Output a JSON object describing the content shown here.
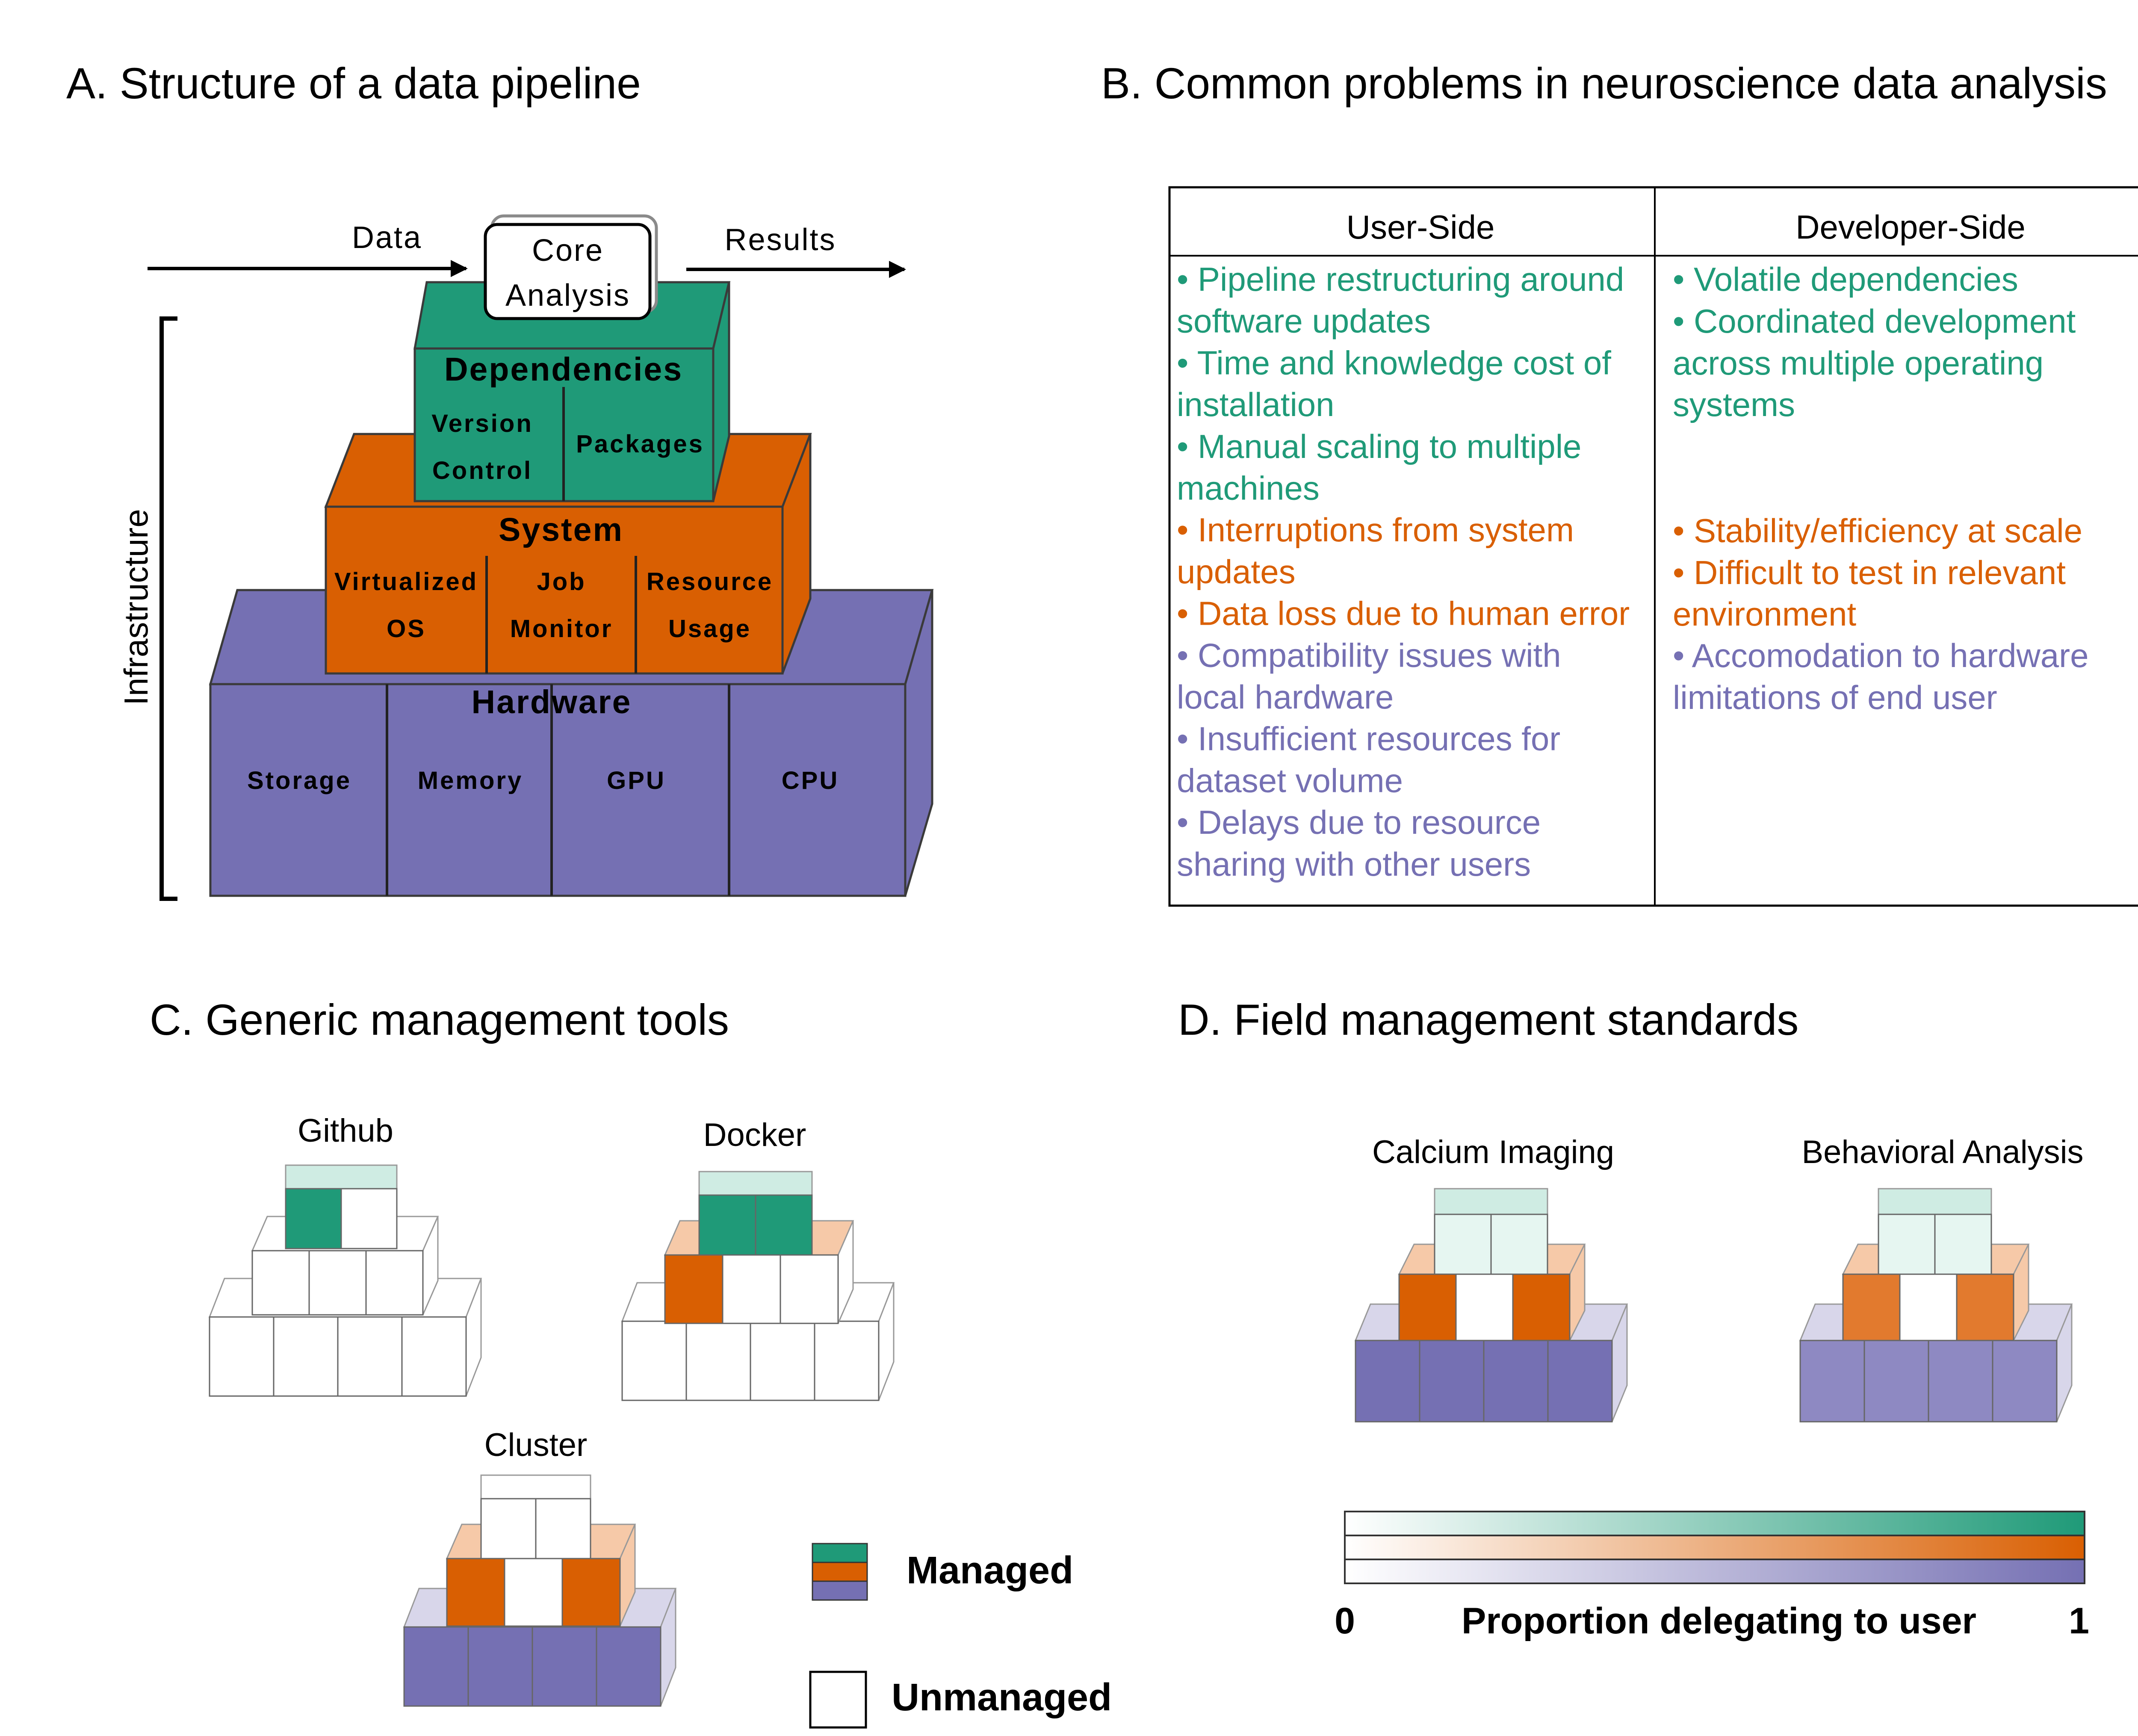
{
  "colors": {
    "green": "#1f9a78",
    "green_light": "#cfece3",
    "green_lighter": "#e6f6f1",
    "orange": "#d95f02",
    "orange_mid": "#e27a2e",
    "orange_light": "#f6c9a8",
    "purple": "#7570b3",
    "purple_mid": "#8e89c2",
    "purple_light": "#d8d6ea",
    "outline": "#3a3a3a"
  },
  "panel_a": {
    "title": "A. Structure of a data pipeline",
    "data_label": "Data",
    "results_label": "Results",
    "core_line1": "Core",
    "core_line2": "Analysis",
    "infrastructure_label": "Infrastructure",
    "dependencies": {
      "title": "Dependencies",
      "version_line1": "Version",
      "version_line2": "Control",
      "packages": "Packages"
    },
    "system": {
      "title": "System",
      "virtualized_line1": "Virtualized",
      "virtualized_line2": "OS",
      "job_line1": "Job",
      "job_line2": "Monitor",
      "resource_line1": "Resource",
      "resource_line2": "Usage"
    },
    "hardware": {
      "title": "Hardware",
      "storage": "Storage",
      "memory": "Memory",
      "gpu": "GPU",
      "cpu": "CPU"
    }
  },
  "panel_b": {
    "title": "B. Common problems in neuroscience data analysis",
    "user_header": "User-Side",
    "dev_header": "Developer-Side",
    "user_lines": [
      {
        "text": "• Pipeline restructuring around",
        "category": "dependencies"
      },
      {
        "text": "software updates",
        "category": "dependencies"
      },
      {
        "text": "• Time and knowledge cost of",
        "category": "dependencies"
      },
      {
        "text": "installation",
        "category": "dependencies"
      },
      {
        "text": "• Manual scaling to multiple",
        "category": "dependencies"
      },
      {
        "text": "machines",
        "category": "dependencies"
      },
      {
        "text": "• Interruptions from system",
        "category": "system"
      },
      {
        "text": "updates",
        "category": "system"
      },
      {
        "text": "• Data loss due to human error",
        "category": "system"
      },
      {
        "text": "• Compatibility issues with",
        "category": "hardware"
      },
      {
        "text": "local hardware",
        "category": "hardware"
      },
      {
        "text": "• Insufficient resources for",
        "category": "hardware"
      },
      {
        "text": "dataset volume",
        "category": "hardware"
      },
      {
        "text": "• Delays due to resource",
        "category": "hardware"
      },
      {
        "text": "sharing with other users",
        "category": "hardware"
      }
    ],
    "dev_lines": [
      {
        "text": "• Volatile dependencies",
        "category": "dependencies"
      },
      {
        "text": "• Coordinated development",
        "category": "dependencies"
      },
      {
        "text": "across multiple operating",
        "category": "dependencies"
      },
      {
        "text": "systems",
        "category": "dependencies"
      },
      {
        "text": "• Stability/efficiency at scale",
        "category": "system"
      },
      {
        "text": "• Difficult to test in relevant",
        "category": "system"
      },
      {
        "text": "environment",
        "category": "system"
      },
      {
        "text": "• Accomodation to hardware",
        "category": "hardware"
      },
      {
        "text": "limitations of end user",
        "category": "hardware"
      }
    ]
  },
  "panel_c": {
    "title": "C. Generic management tools",
    "github": "Github",
    "docker": "Docker",
    "cluster": "Cluster",
    "legend_managed": "Managed",
    "legend_unmanaged": "Unmanaged"
  },
  "panel_d": {
    "title": "D. Field management standards",
    "calcium": "Calcium Imaging",
    "behavioral": "Behavioral Analysis",
    "scale_min": "0",
    "scale_label": "Proportion delegating to user",
    "scale_max": "1"
  }
}
